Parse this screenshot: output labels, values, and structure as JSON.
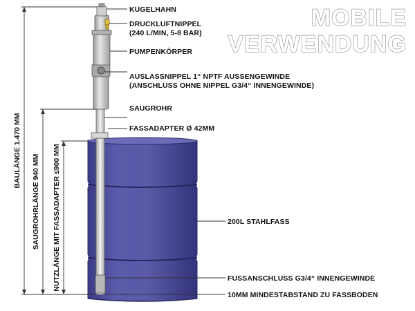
{
  "title": {
    "line1": "MOBILE",
    "line2": "VERWENDUNG"
  },
  "labels": {
    "kugelhahn": "KUGELHAHN",
    "druckluft_1": "DRUCKLUFTNIPPEL",
    "druckluft_2": "(240 L/MIN, 5-8 BAR)",
    "pumpenkoerper": "PUMPENKÖRPER",
    "auslass_1": "AUSLASSNIPPEL 1“ NPTF AUSSENGEWINDE",
    "auslass_2": "(ANSCHLUSS OHNE NIPPEL G3/4“ INNENGEWINDE)",
    "saugrohr": "SAUGROHR",
    "fassadapter": "FASSADAPTER Ø 42MM",
    "stahlfass": "200L STAHLFASS",
    "fussanschluss": "FUSSANSCHLUSS G3/4“ INNENGEWINDE",
    "mindestabstand": "10MM MINDESTABSTAND ZU FASSBODEN"
  },
  "dimensions": {
    "baulaenge": "BAULÄNGE 1.470 MM",
    "saugrohrlaenge": "SAUGROHRLÄNGE 940 MM",
    "nutzlaenge": "NUTZLÄNGE MIT FASSADAPTER ≤900 MM"
  },
  "colors": {
    "drum": "#4f4f9e",
    "drum_dark": "#34347a",
    "pump": "#c4c4c4",
    "lines": "#333333"
  }
}
